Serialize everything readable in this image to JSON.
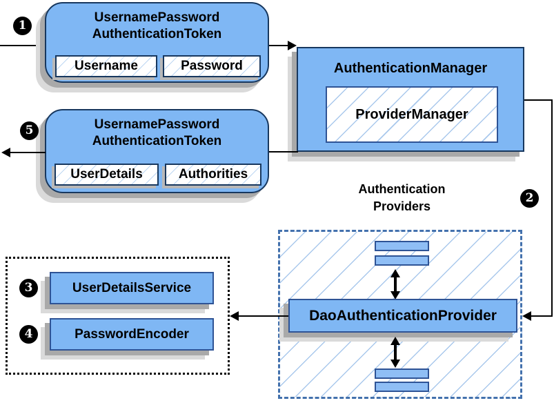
{
  "badges": {
    "step1": "1",
    "step2": "2",
    "step3": "3",
    "step4": "4",
    "step5": "5"
  },
  "request_token": {
    "title_line1": "UsernamePassword",
    "title_line2": "AuthenticationToken",
    "fields": [
      "Username",
      "Password"
    ]
  },
  "authentication_manager": {
    "title": "AuthenticationManager",
    "inner_box": "ProviderManager"
  },
  "authentication_providers": {
    "label_line1": "Authentication",
    "label_line2": "Providers",
    "provider": "DaoAuthenticationProvider"
  },
  "services": {
    "user_details_service": "UserDetailsService",
    "password_encoder": "PasswordEncoder"
  },
  "response_token": {
    "title_line1": "UsernamePassword",
    "title_line2": "AuthenticationToken",
    "fields": [
      "UserDetails",
      "Authorities"
    ]
  },
  "colors": {
    "box_fill": "#7fb7f4",
    "box_border_dark": "#17375e",
    "box_border_blue": "#2e5395",
    "hatch_line": "#a9c8ec",
    "dashed_border": "#4371ad",
    "shadow_dark": "#a9a9a9",
    "shadow_light": "#dadada",
    "connector": "#000000"
  }
}
